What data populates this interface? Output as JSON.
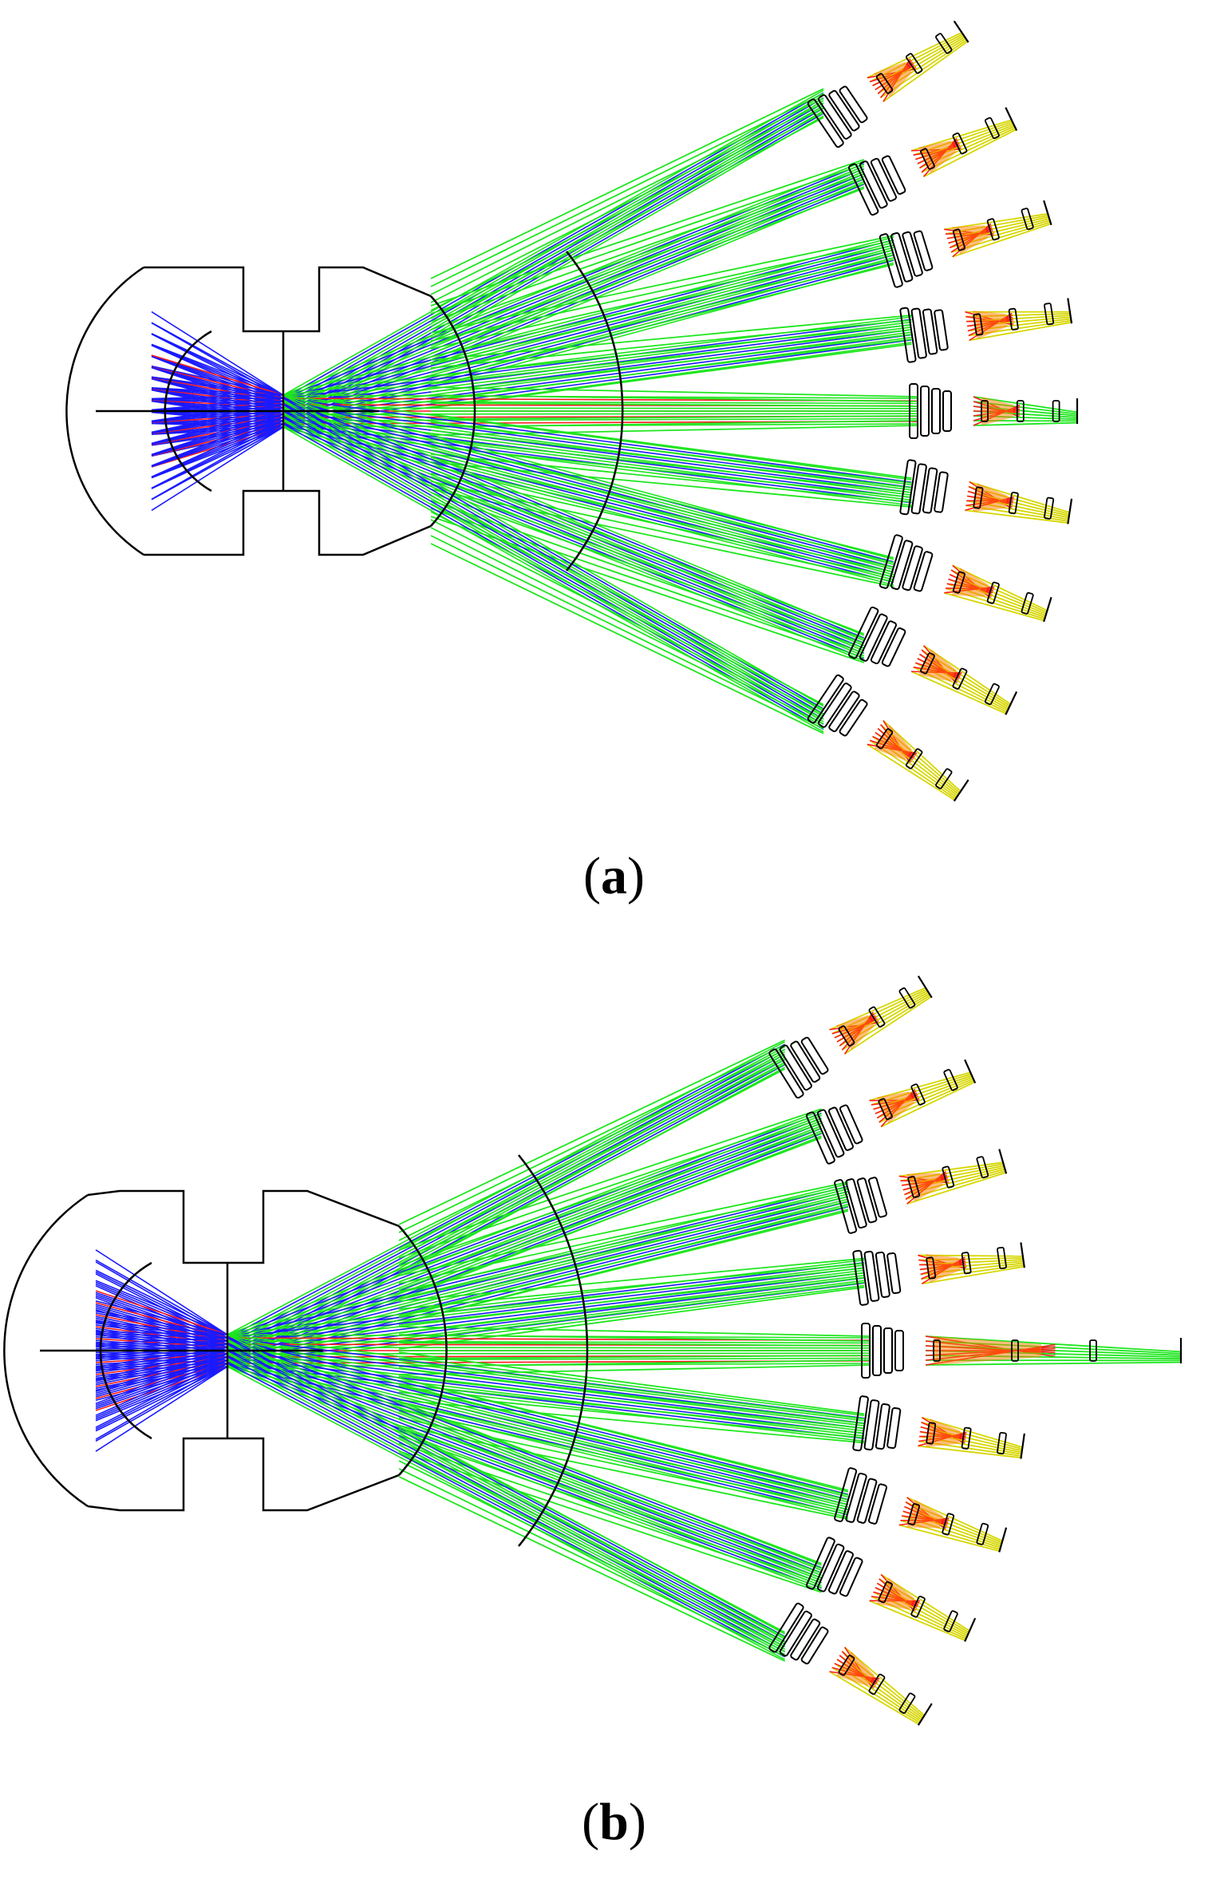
{
  "figure": {
    "panels": [
      {
        "id": "a",
        "open": "(",
        "letter": "a",
        "close": ")",
        "on_axis_extended": false
      },
      {
        "id": "b",
        "open": "(",
        "letter": "b",
        "close": ")",
        "on_axis_extended": true
      }
    ]
  },
  "colors": {
    "ray_blue": "#1a1aff",
    "ray_green": "#1ee61e",
    "ray_red": "#ff1a1a",
    "ray_yellow": "#d6d600",
    "ray_orange": "#ff7a00",
    "outline": "#000000"
  },
  "channel_count": 9
}
